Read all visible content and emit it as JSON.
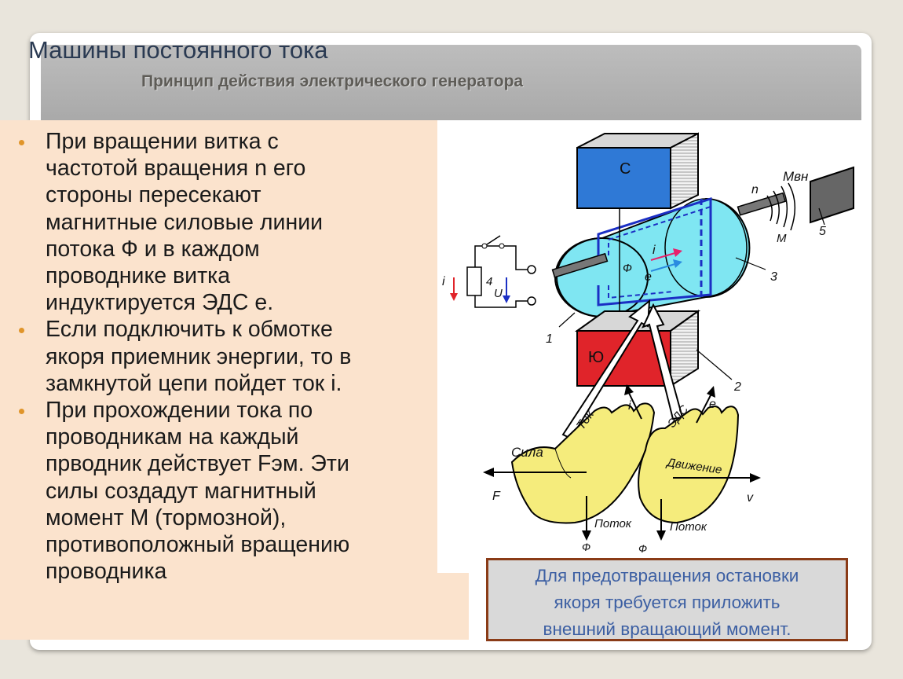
{
  "slide": {
    "title": "Машины постоянного тока",
    "subtitle": "Принцип действия  электрического генератора"
  },
  "bullets": [
    {
      "lines": [
        "При вращении витка с",
        "частотой вращения n его",
        "стороны пересекают",
        "магнитные силовые линии",
        "потока Ф и в каждом",
        "проводнике витка",
        "индуктируется ЭДС е."
      ]
    },
    {
      "lines": [
        "Если подключить к обмотке",
        "якоря приемник энергии, то в",
        "замкнутой цепи пойдет ток i."
      ]
    },
    {
      "lines": [
        "При прохождении тока по",
        "проводникам на каждый",
        "прводник действует Fэм. Эти",
        "силы создадут магнитный",
        "момент М (тормозной),",
        "противоположный вращению",
        "проводника"
      ]
    }
  ],
  "figure": {
    "pole_north": "С",
    "pole_south": "Ю",
    "labels": {
      "n": "n",
      "mvn": "Mвн",
      "m": "M",
      "num5": "5",
      "num3": "3",
      "num1": "1",
      "num2": "2",
      "num4": "4",
      "phi": "Ф",
      "i_coil": "i",
      "e_coil": "e",
      "i_left": "i",
      "u_left": "U",
      "sila": "Сила",
      "tok": "Ток",
      "eds": "ЭДС",
      "e_hand": "e",
      "i_hand": "i",
      "dvizhenie": "Движение",
      "potok_left": "Поток",
      "potok_right": "Поток",
      "f": "F",
      "v": "v",
      "phi_left": "Ф",
      "phi_right": "Ф"
    }
  },
  "note": {
    "lines": [
      "Для предотвращения остановки",
      "якоря требуется приложить",
      "внешний вращающий момент."
    ]
  },
  "colors": {
    "pole_north": "#2f79d6",
    "pole_south": "#e0242a",
    "armature": "#7fe6f2",
    "hands": "#f5ec7c",
    "note_border": "#8a3b17",
    "note_text": "#3c5fa3",
    "bullet_marker": "#e0952a"
  }
}
